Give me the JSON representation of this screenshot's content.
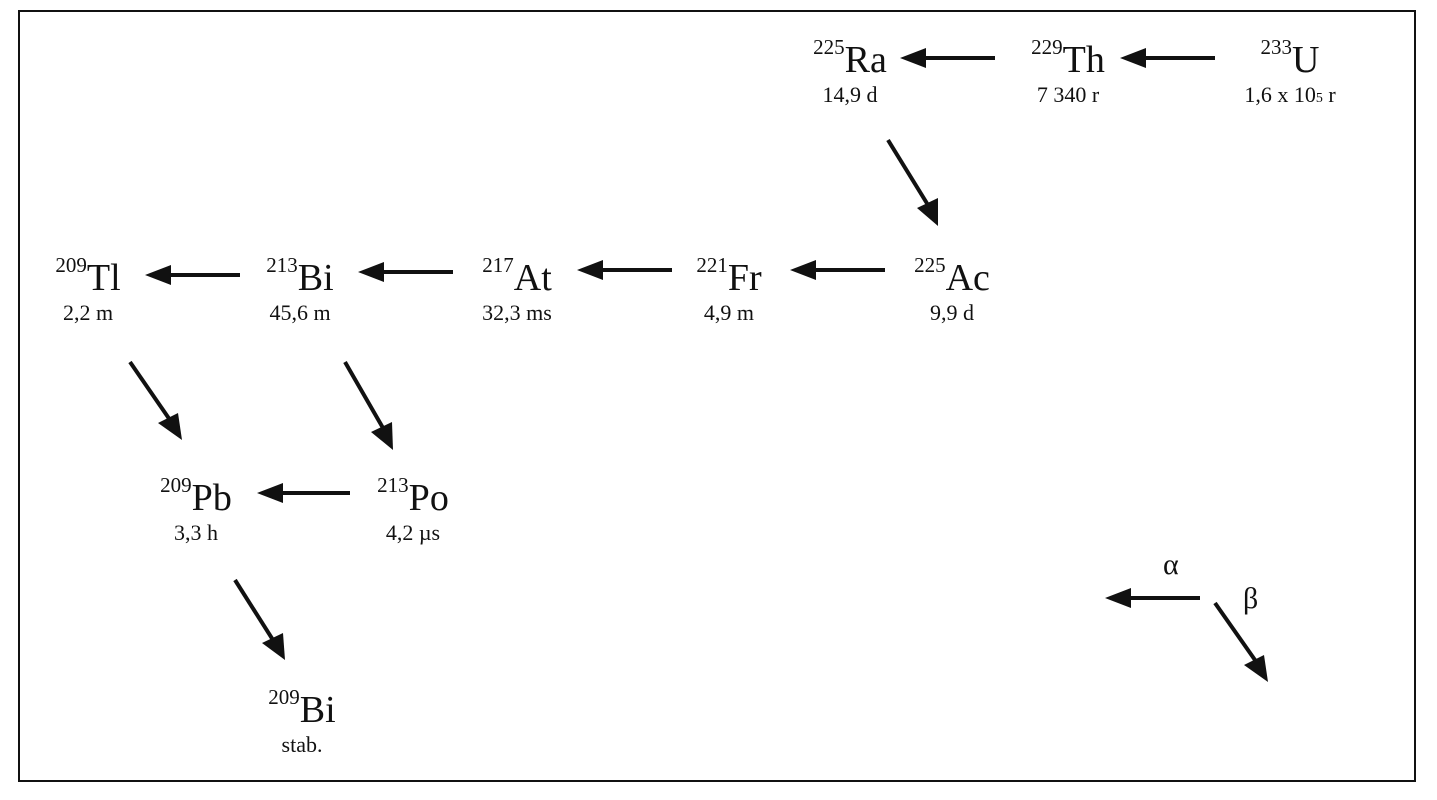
{
  "nuclides": {
    "u233": {
      "mass": "233",
      "symbol": "U",
      "half_life": "1,6 x 10",
      "half_life_exp": "5",
      "half_life_unit": " r"
    },
    "th229": {
      "mass": "229",
      "symbol": "Th",
      "half_life": "7 340 r"
    },
    "ra225": {
      "mass": "225",
      "symbol": "Ra",
      "half_life": "14,9 d"
    },
    "ac225": {
      "mass": "225",
      "symbol": "Ac",
      "half_life": "9,9 d"
    },
    "fr221": {
      "mass": "221",
      "symbol": "Fr",
      "half_life": "4,9 m"
    },
    "at217": {
      "mass": "217",
      "symbol": "At",
      "half_life": "32,3 ms"
    },
    "bi213": {
      "mass": "213",
      "symbol": "Bi",
      "half_life": "45,6 m"
    },
    "tl209": {
      "mass": "209",
      "symbol": "Tl",
      "half_life": "2,2 m"
    },
    "po213": {
      "mass": "213",
      "symbol": "Po",
      "half_life": "4,2 µs"
    },
    "pb209": {
      "mass": "209",
      "symbol": "Pb",
      "half_life": "3,3 h"
    },
    "bi209": {
      "mass": "209",
      "symbol": "Bi",
      "half_life": "stab."
    }
  },
  "legend": {
    "alpha": "α",
    "beta": "β"
  },
  "colors": {
    "ink": "#111111",
    "background": "#ffffff"
  }
}
